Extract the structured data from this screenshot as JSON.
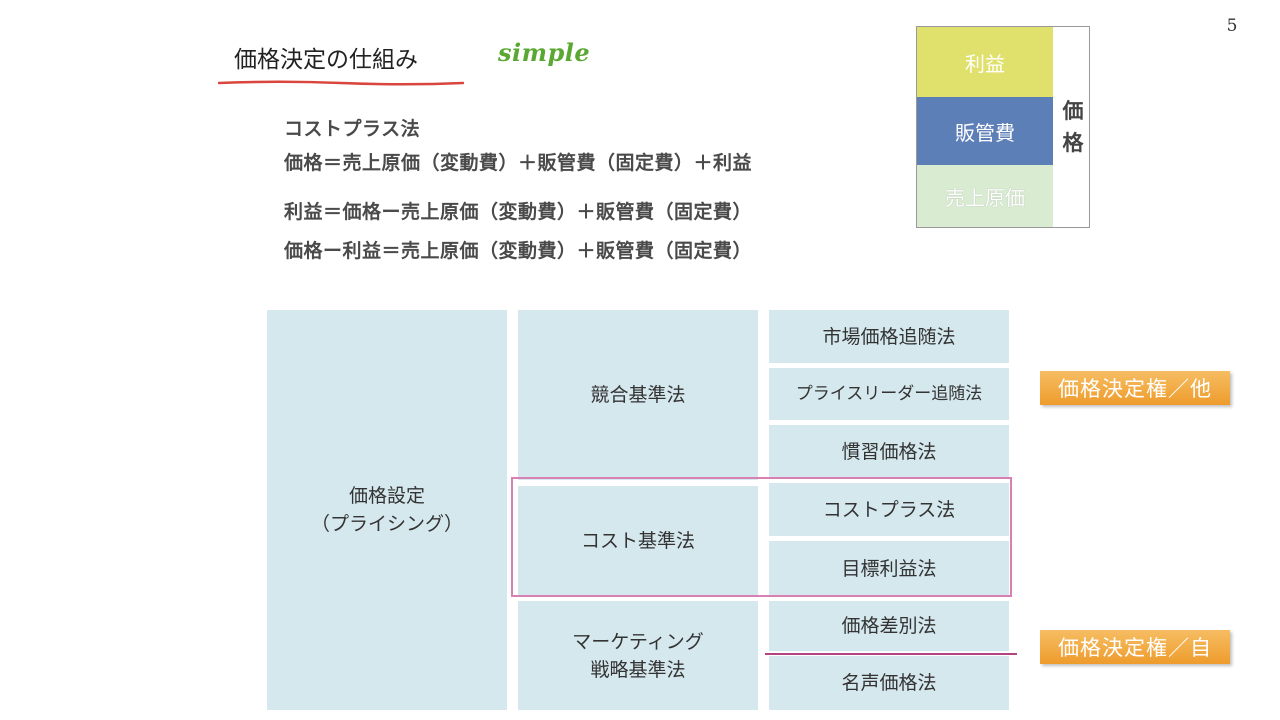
{
  "page": {
    "number": "5"
  },
  "header": {
    "title": "価格決定の仕組み",
    "tagline": "simple"
  },
  "formulas": {
    "title": "コストプラス法",
    "lines": [
      "価格＝売上原価（変動費）＋販管費（固定費）＋利益",
      "利益＝価格ー売上原価（変動費）＋販管費（固定費）",
      "価格ー利益＝売上原価（変動費）＋販管費（固定費）"
    ]
  },
  "price_box": {
    "segments": {
      "profit": "利益",
      "sga": "販管費",
      "cogs": "売上原価"
    },
    "label_chars": [
      "価",
      "格"
    ],
    "colors": {
      "profit": "#e0e06c",
      "sga": "#5d7fb8",
      "cogs": "#d9ecd2"
    }
  },
  "table": {
    "root": [
      "価格設定",
      "（プライシング）"
    ],
    "categories": {
      "competition": "競合基準法",
      "cost": "コスト基準法",
      "marketing": [
        "マーケティング",
        "戦略基準法"
      ]
    },
    "methods": [
      "市場価格追随法",
      "プライスリーダー追随法",
      "慣習価格法",
      "コストプラス法",
      "目標利益法",
      "価格差別法",
      "名声価格法"
    ],
    "colors": {
      "cell": "#d5e8ee",
      "highlight": "#d880b4"
    }
  },
  "tags": {
    "others": "価格決定権／他",
    "self": "価格決定権／自",
    "color": "#f0a33a"
  }
}
